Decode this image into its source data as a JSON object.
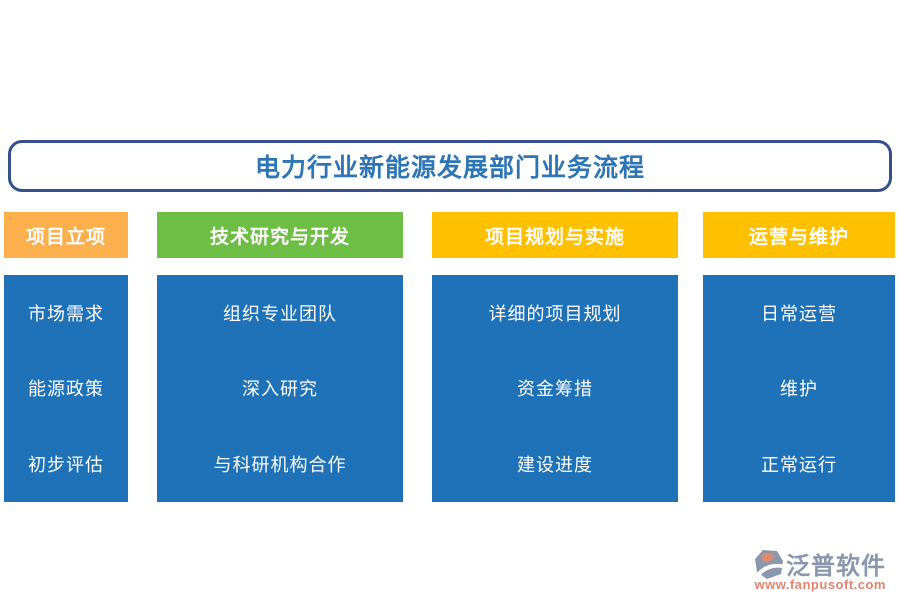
{
  "title": "电力行业新能源发展部门业务流程",
  "columns": [
    {
      "header": "项目立项",
      "header_color": "#FBAF4D",
      "items": [
        "市场需求",
        "能源政策",
        "初步评估"
      ]
    },
    {
      "header": "技术研究与开发",
      "header_color": "#6EBE45",
      "items": [
        "组织专业团队",
        "深入研究",
        "与科研机构合作"
      ]
    },
    {
      "header": "项目规划与实施",
      "header_color": "#FFC000",
      "items": [
        "详细的项目规划",
        "资金筹措",
        "建设进度"
      ]
    },
    {
      "header": "运营与维护",
      "header_color": "#FFC000",
      "items": [
        "日常运营",
        "维护",
        "正常运行"
      ]
    }
  ],
  "colors": {
    "stage_body_blue": "#1F72B8",
    "title_text": "#2E75B6",
    "title_border": "#35508C"
  },
  "watermark": {
    "brand": "泛普软件",
    "url": "www.fanpusoft.com",
    "brand_color": "#8A97AC",
    "url_color": "#E0846E",
    "logo_icon": "fanpu-logo-icon"
  }
}
